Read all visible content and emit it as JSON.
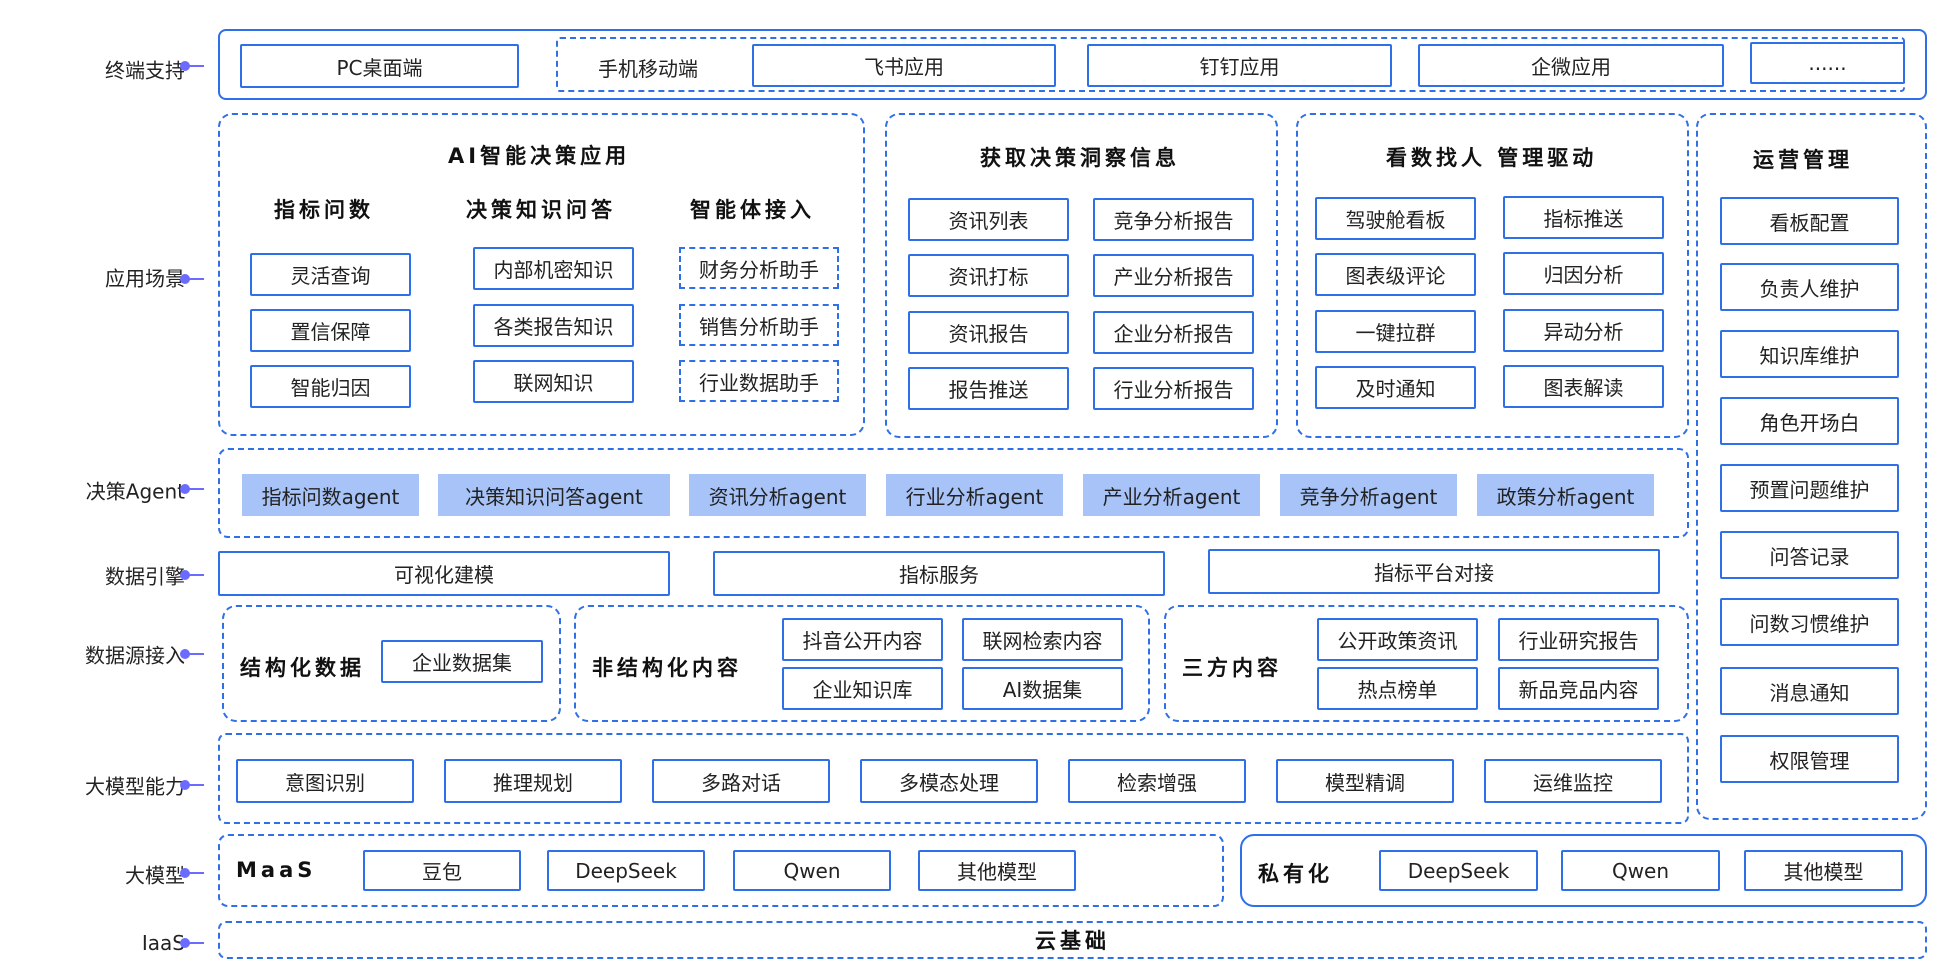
{
  "layers": {
    "terminal": "终端支持",
    "scenario": "应用场景",
    "agent": "决策Agent",
    "engine": "数据引擎",
    "source": "数据源接入",
    "capability": "大模型能力",
    "model": "大模型",
    "iaas": "IaaS"
  },
  "terminal": {
    "pc": "PC桌面端",
    "mobile": "手机移动端",
    "apps": [
      "飞书应用",
      "钉钉应用",
      "企微应用",
      "......"
    ]
  },
  "ai_app": {
    "title": "AI智能决策应用",
    "col1": {
      "title": "指标问数",
      "items": [
        "灵活查询",
        "置信保障",
        "智能归因"
      ]
    },
    "col2": {
      "title": "决策知识问答",
      "items": [
        "内部机密知识",
        "各类报告知识",
        "联网知识"
      ]
    },
    "col3": {
      "title": "智能体接入",
      "items": [
        "财务分析助手",
        "销售分析助手",
        "行业数据助手"
      ]
    }
  },
  "insight": {
    "title": "获取决策洞察信息",
    "left": [
      "资讯列表",
      "资讯打标",
      "资讯报告",
      "报告推送"
    ],
    "right": [
      "竞争分析报告",
      "产业分析报告",
      "企业分析报告",
      "行业分析报告"
    ]
  },
  "drive": {
    "title": "看数找人  管理驱动",
    "left": [
      "驾驶舱看板",
      "图表级评论",
      "一键拉群",
      "及时通知"
    ],
    "right": [
      "指标推送",
      "归因分析",
      "异动分析",
      "图表解读"
    ]
  },
  "ops": {
    "title": "运营管理",
    "items": [
      "看板配置",
      "负责人维护",
      "知识库维护",
      "角色开场白",
      "预置问题维护",
      "问答记录",
      "问数习惯维护",
      "消息通知",
      "权限管理"
    ]
  },
  "agents": [
    "指标问数agent",
    "决策知识问答agent",
    "资讯分析agent",
    "行业分析agent",
    "产业分析agent",
    "竞争分析agent",
    "政策分析agent"
  ],
  "engine": [
    "可视化建模",
    "指标服务",
    "指标平台对接"
  ],
  "sources": {
    "structured": {
      "title": "结构化数据",
      "items": [
        "企业数据集"
      ]
    },
    "unstructured": {
      "title": "非结构化内容",
      "items": [
        "抖音公开内容",
        "联网检索内容",
        "企业知识库",
        "AI数据集"
      ]
    },
    "thirdparty": {
      "title": "三方内容",
      "items": [
        "公开政策资讯",
        "行业研究报告",
        "热点榜单",
        "新品竞品内容"
      ]
    }
  },
  "capabilities": [
    "意图识别",
    "推理规划",
    "多路对话",
    "多模态处理",
    "检索增强",
    "模型精调",
    "运维监控"
  ],
  "models": {
    "maas": {
      "title": "MaaS",
      "items": [
        "豆包",
        "DeepSeek",
        "Qwen",
        "其他模型"
      ]
    },
    "private": {
      "title": "私有化",
      "items": [
        "DeepSeek",
        "Qwen",
        "其他模型"
      ]
    }
  },
  "iaas": "云基础",
  "colors": {
    "border": "#2f6fe8",
    "agent_fill": "#a7c3f7",
    "dot": "#6b6bff"
  }
}
